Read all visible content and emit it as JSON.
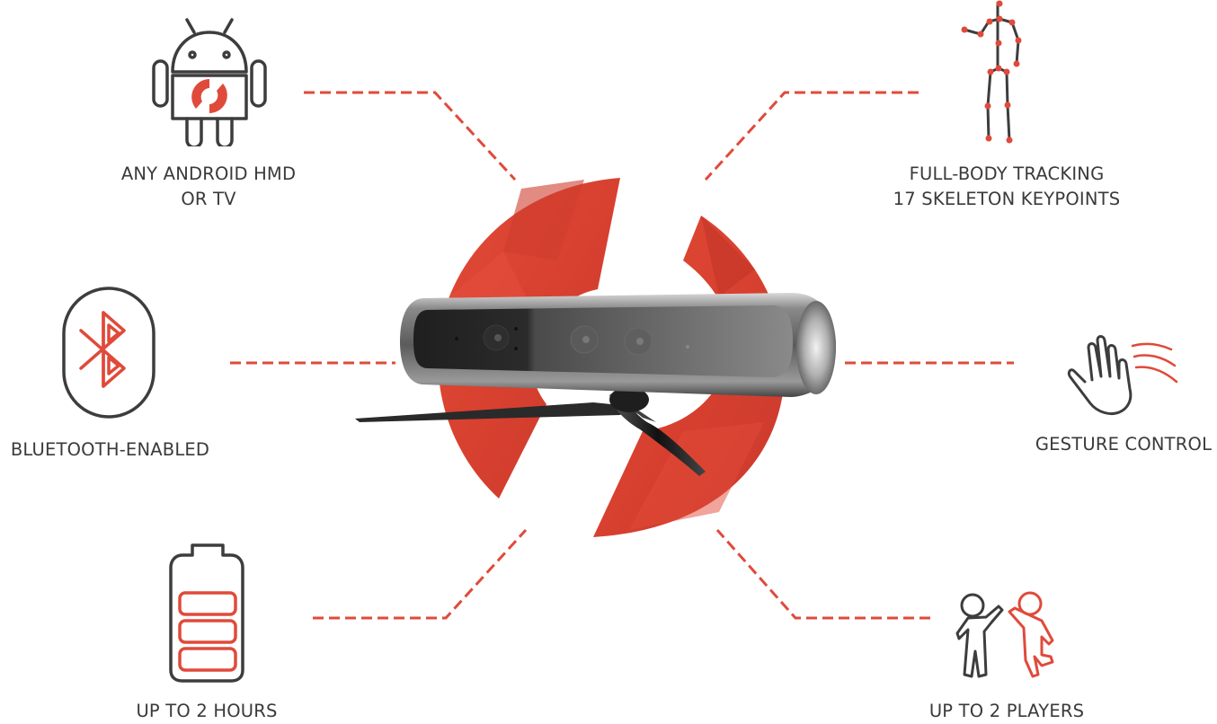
{
  "colors": {
    "accent": "#e04a3a",
    "accent_dark": "#c93a2d",
    "icon_stroke": "#3d3d3d",
    "text": "#3a3a3a",
    "background": "#ffffff"
  },
  "features": [
    {
      "id": "android",
      "icon": "android-icon",
      "line1": "ANY ANDROID HMD",
      "line2": "OR TV"
    },
    {
      "id": "tracking",
      "icon": "skeleton-icon",
      "line1": "FULL-BODY TRACKING",
      "line2": "17 SKELETON KEYPOINTS"
    },
    {
      "id": "bluetooth",
      "icon": "bluetooth-icon",
      "line1": "BLUETOOTH-ENABLED"
    },
    {
      "id": "gesture",
      "icon": "waving-hand-icon",
      "line1": "GESTURE CONTROL"
    },
    {
      "id": "battery",
      "icon": "battery-icon",
      "line1": "UP TO 2 HOURS"
    },
    {
      "id": "players",
      "icon": "two-players-icon",
      "line1": "UP TO 2 PLAYERS"
    }
  ],
  "center": {
    "device": "depth-sensor-camera",
    "logo": "red-polygonal-logo"
  }
}
